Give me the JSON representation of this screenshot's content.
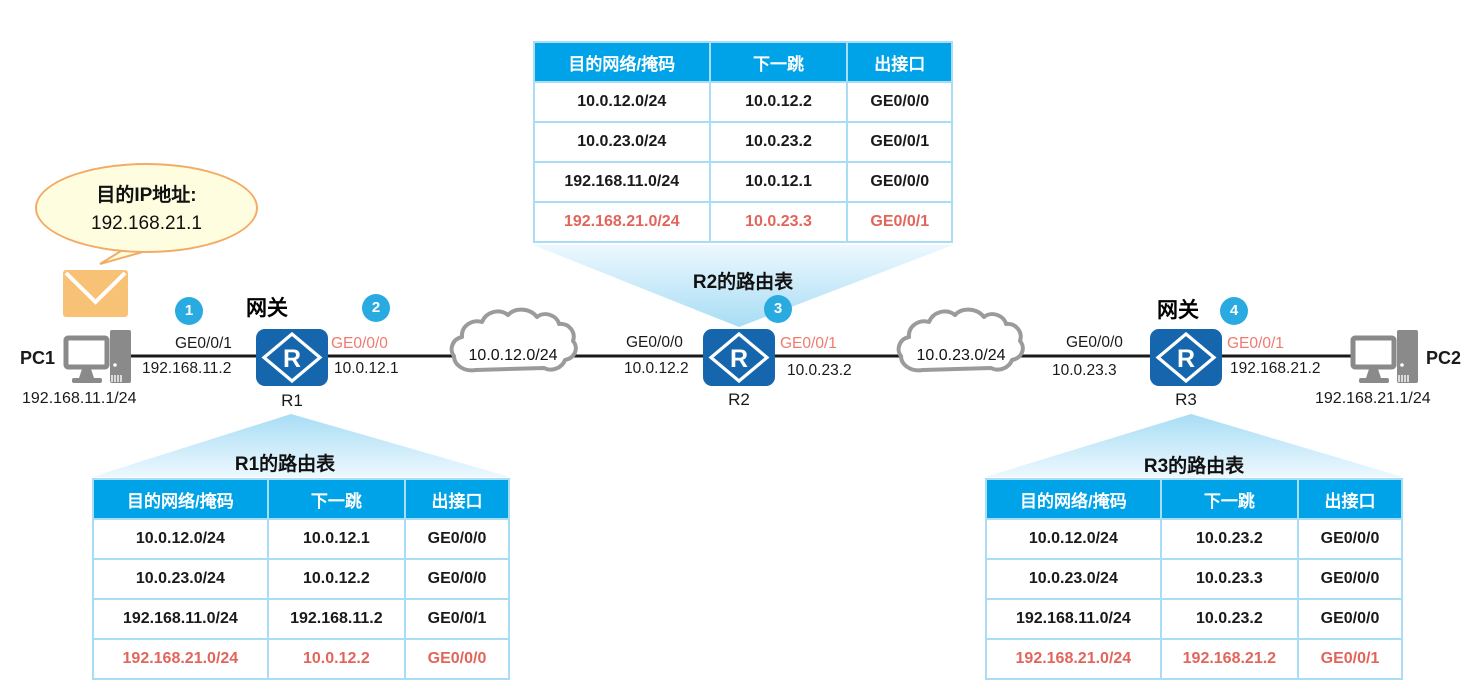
{
  "colors": {
    "table_header_blue": "#00A2E8",
    "table_border_blue": "#A9DCF5",
    "router_blue": "#1566AD",
    "step_circle_blue": "#29ABE2",
    "highlight_red": "#E2655C",
    "interface_label_red": "#F07A6E",
    "cloud_border_gray": "#9B9B9B",
    "bubble_fill": "#FFFDE0",
    "bubble_border": "#F2AC66",
    "envelope_orange": "#F8C276"
  },
  "bubble": {
    "line1": "目的IP地址:",
    "line2": "192.168.21.1"
  },
  "steps": {
    "s1": "1",
    "s2": "2",
    "s3": "3",
    "s4": "4"
  },
  "gateways": {
    "left": "网关",
    "right": "网关"
  },
  "devices": {
    "pc1": {
      "name": "PC1",
      "ip": "192.168.11.1/24"
    },
    "r1": {
      "name": "R1"
    },
    "r2": {
      "name": "R2"
    },
    "r3": {
      "name": "R3"
    },
    "pc2": {
      "name": "PC2",
      "ip": "192.168.21.1/24"
    },
    "router_glyph": "R"
  },
  "links": {
    "pc1_r1": {
      "iface": "GE0/0/1",
      "ip": "192.168.11.2"
    },
    "r1_cloud1": {
      "iface": "GE0/0/0",
      "ip": "10.0.12.1"
    },
    "cloud1_r2": {
      "iface": "GE0/0/0",
      "ip": "10.0.12.2"
    },
    "r2_cloud2": {
      "iface": "GE0/0/1",
      "ip": "10.0.23.2"
    },
    "cloud2_r3": {
      "iface": "GE0/0/0",
      "ip": "10.0.23.3"
    },
    "r3_pc2": {
      "iface": "GE0/0/1",
      "ip": "192.168.21.2"
    }
  },
  "clouds": {
    "cloud1": {
      "label": "10.0.12.0/24"
    },
    "cloud2": {
      "label": "10.0.23.0/24"
    }
  },
  "route_table_headers": {
    "dest": "目的网络/掩码",
    "next_hop": "下一跳",
    "out_iface": "出接口"
  },
  "tables": {
    "r2": {
      "title": "R2的路由表",
      "rows": [
        {
          "dest": "10.0.12.0/24",
          "next_hop": "10.0.12.2",
          "out_iface": "GE0/0/0"
        },
        {
          "dest": "10.0.23.0/24",
          "next_hop": "10.0.23.2",
          "out_iface": "GE0/0/1"
        },
        {
          "dest": "192.168.11.0/24",
          "next_hop": "10.0.12.1",
          "out_iface": "GE0/0/0"
        },
        {
          "dest": "192.168.21.0/24",
          "next_hop": "10.0.23.3",
          "out_iface": "GE0/0/1"
        }
      ]
    },
    "r1": {
      "title": "R1的路由表",
      "rows": [
        {
          "dest": "10.0.12.0/24",
          "next_hop": "10.0.12.1",
          "out_iface": "GE0/0/0"
        },
        {
          "dest": "10.0.23.0/24",
          "next_hop": "10.0.12.2",
          "out_iface": "GE0/0/0"
        },
        {
          "dest": "192.168.11.0/24",
          "next_hop": "192.168.11.2",
          "out_iface": "GE0/0/1"
        },
        {
          "dest": "192.168.21.0/24",
          "next_hop": "10.0.12.2",
          "out_iface": "GE0/0/0"
        }
      ]
    },
    "r3": {
      "title": "R3的路由表",
      "rows": [
        {
          "dest": "10.0.12.0/24",
          "next_hop": "10.0.23.2",
          "out_iface": "GE0/0/0"
        },
        {
          "dest": "10.0.23.0/24",
          "next_hop": "10.0.23.3",
          "out_iface": "GE0/0/0"
        },
        {
          "dest": "192.168.11.0/24",
          "next_hop": "10.0.23.2",
          "out_iface": "GE0/0/0"
        },
        {
          "dest": "192.168.21.0/24",
          "next_hop": "192.168.21.2",
          "out_iface": "GE0/0/1"
        }
      ]
    }
  }
}
